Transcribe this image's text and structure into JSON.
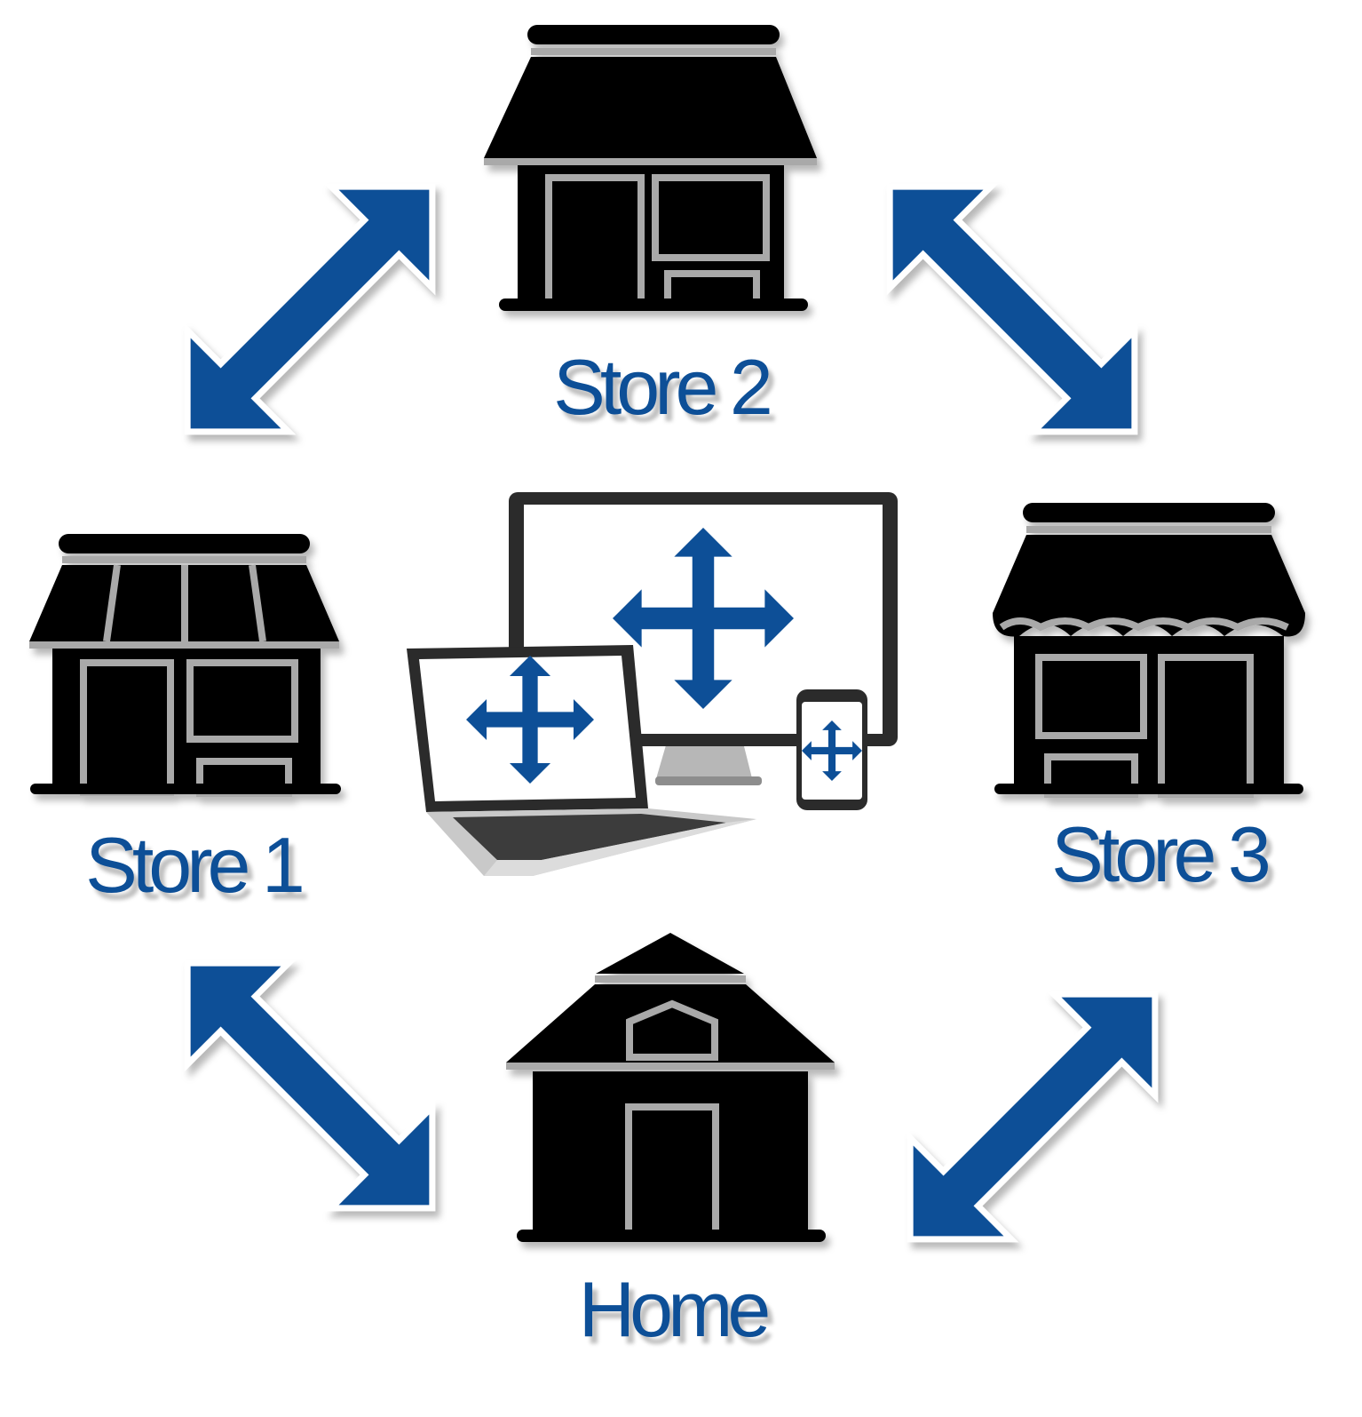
{
  "colors": {
    "accent_blue": "#0d4f97",
    "building": "#000000",
    "outline_gray": "#a9a9a9"
  },
  "nodes": {
    "store1": {
      "label": "Store 1",
      "icon": "storefront-striped-awning-icon"
    },
    "store2": {
      "label": "Store 2",
      "icon": "storefront-flat-awning-icon"
    },
    "store3": {
      "label": "Store 3",
      "icon": "storefront-scalloped-awning-icon"
    },
    "home": {
      "label": "Home",
      "icon": "house-icon"
    }
  },
  "center": {
    "icons": [
      "laptop-icon",
      "desktop-monitor-icon",
      "smartphone-icon",
      "move-arrows-icon"
    ]
  },
  "connections": [
    {
      "from": "Store 1",
      "to": "Store 2",
      "style": "bidirectional-arrow"
    },
    {
      "from": "Store 2",
      "to": "Store 3",
      "style": "bidirectional-arrow"
    },
    {
      "from": "Store 1",
      "to": "Home",
      "style": "bidirectional-arrow"
    },
    {
      "from": "Store 3",
      "to": "Home",
      "style": "bidirectional-arrow"
    }
  ]
}
